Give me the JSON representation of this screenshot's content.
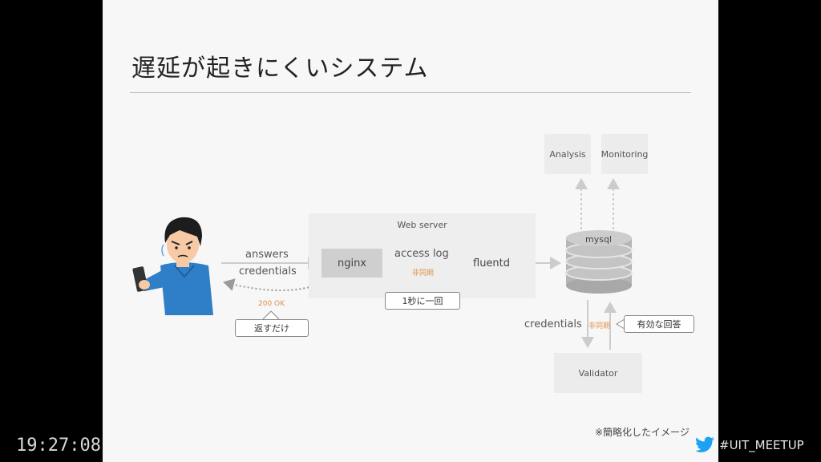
{
  "slide": {
    "title": "遅延が起きにくいシステム",
    "note": "※簡略化したイメージ"
  },
  "diagram": {
    "web_server": "Web server",
    "nginx": "nginx",
    "fluentd": "fluentd",
    "mysql": "mysql",
    "analysis": "Analysis",
    "monitoring": "Monitoring",
    "validator": "Validator",
    "answers": "answers",
    "credentials_in": "credentials",
    "access_log": "access log",
    "async_1": "非同期",
    "ok_status": "200 OK",
    "callout_return": "返すだけ",
    "callout_interval": "1秒に一回",
    "credentials_out": "credentials",
    "async_2": "非同期",
    "callout_valid": "有効な回答"
  },
  "overlay": {
    "clock": "19:27:08",
    "hashtag": "#UIT_MEETUP",
    "hashtag_icon": "twitter-bird-icon"
  },
  "colors": {
    "accent_orange": "#e0914a",
    "twitter_blue": "#1da1f2",
    "shirt_blue": "#2f7fc8"
  }
}
